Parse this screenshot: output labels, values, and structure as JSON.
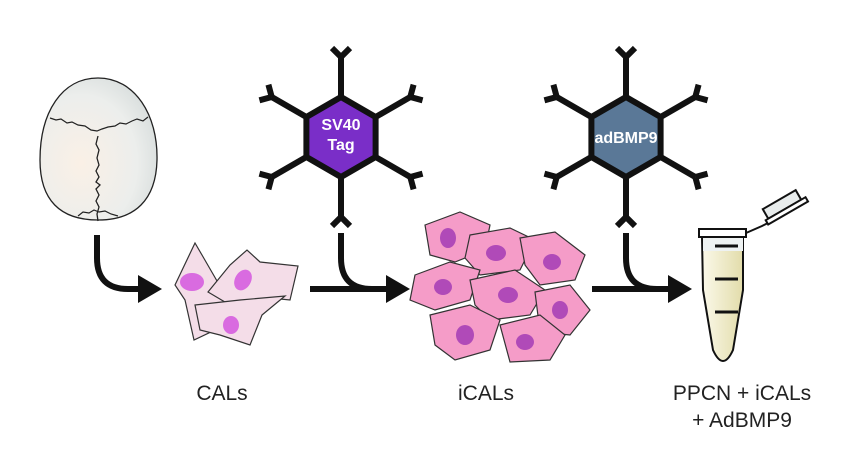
{
  "labels": {
    "cals": "CALs",
    "icals": "iCALs",
    "final_line1": "PPCN + iCALs",
    "final_line2": "+ AdBMP9"
  },
  "viruses": [
    {
      "line1": "SV40",
      "line2": "Tag",
      "color": "#7a2ec8"
    },
    {
      "line1": "adBMP9",
      "line2": "",
      "color": "#5a7897"
    }
  ],
  "colors": {
    "cal_cell": "#f4dde8",
    "cal_nucleus": "#d96be0",
    "ical_cell": "#f59cc8",
    "ical_nucleus": "#b04ab8",
    "tube_liquid": "#ece7c2",
    "skull": "#e6e8e6"
  }
}
